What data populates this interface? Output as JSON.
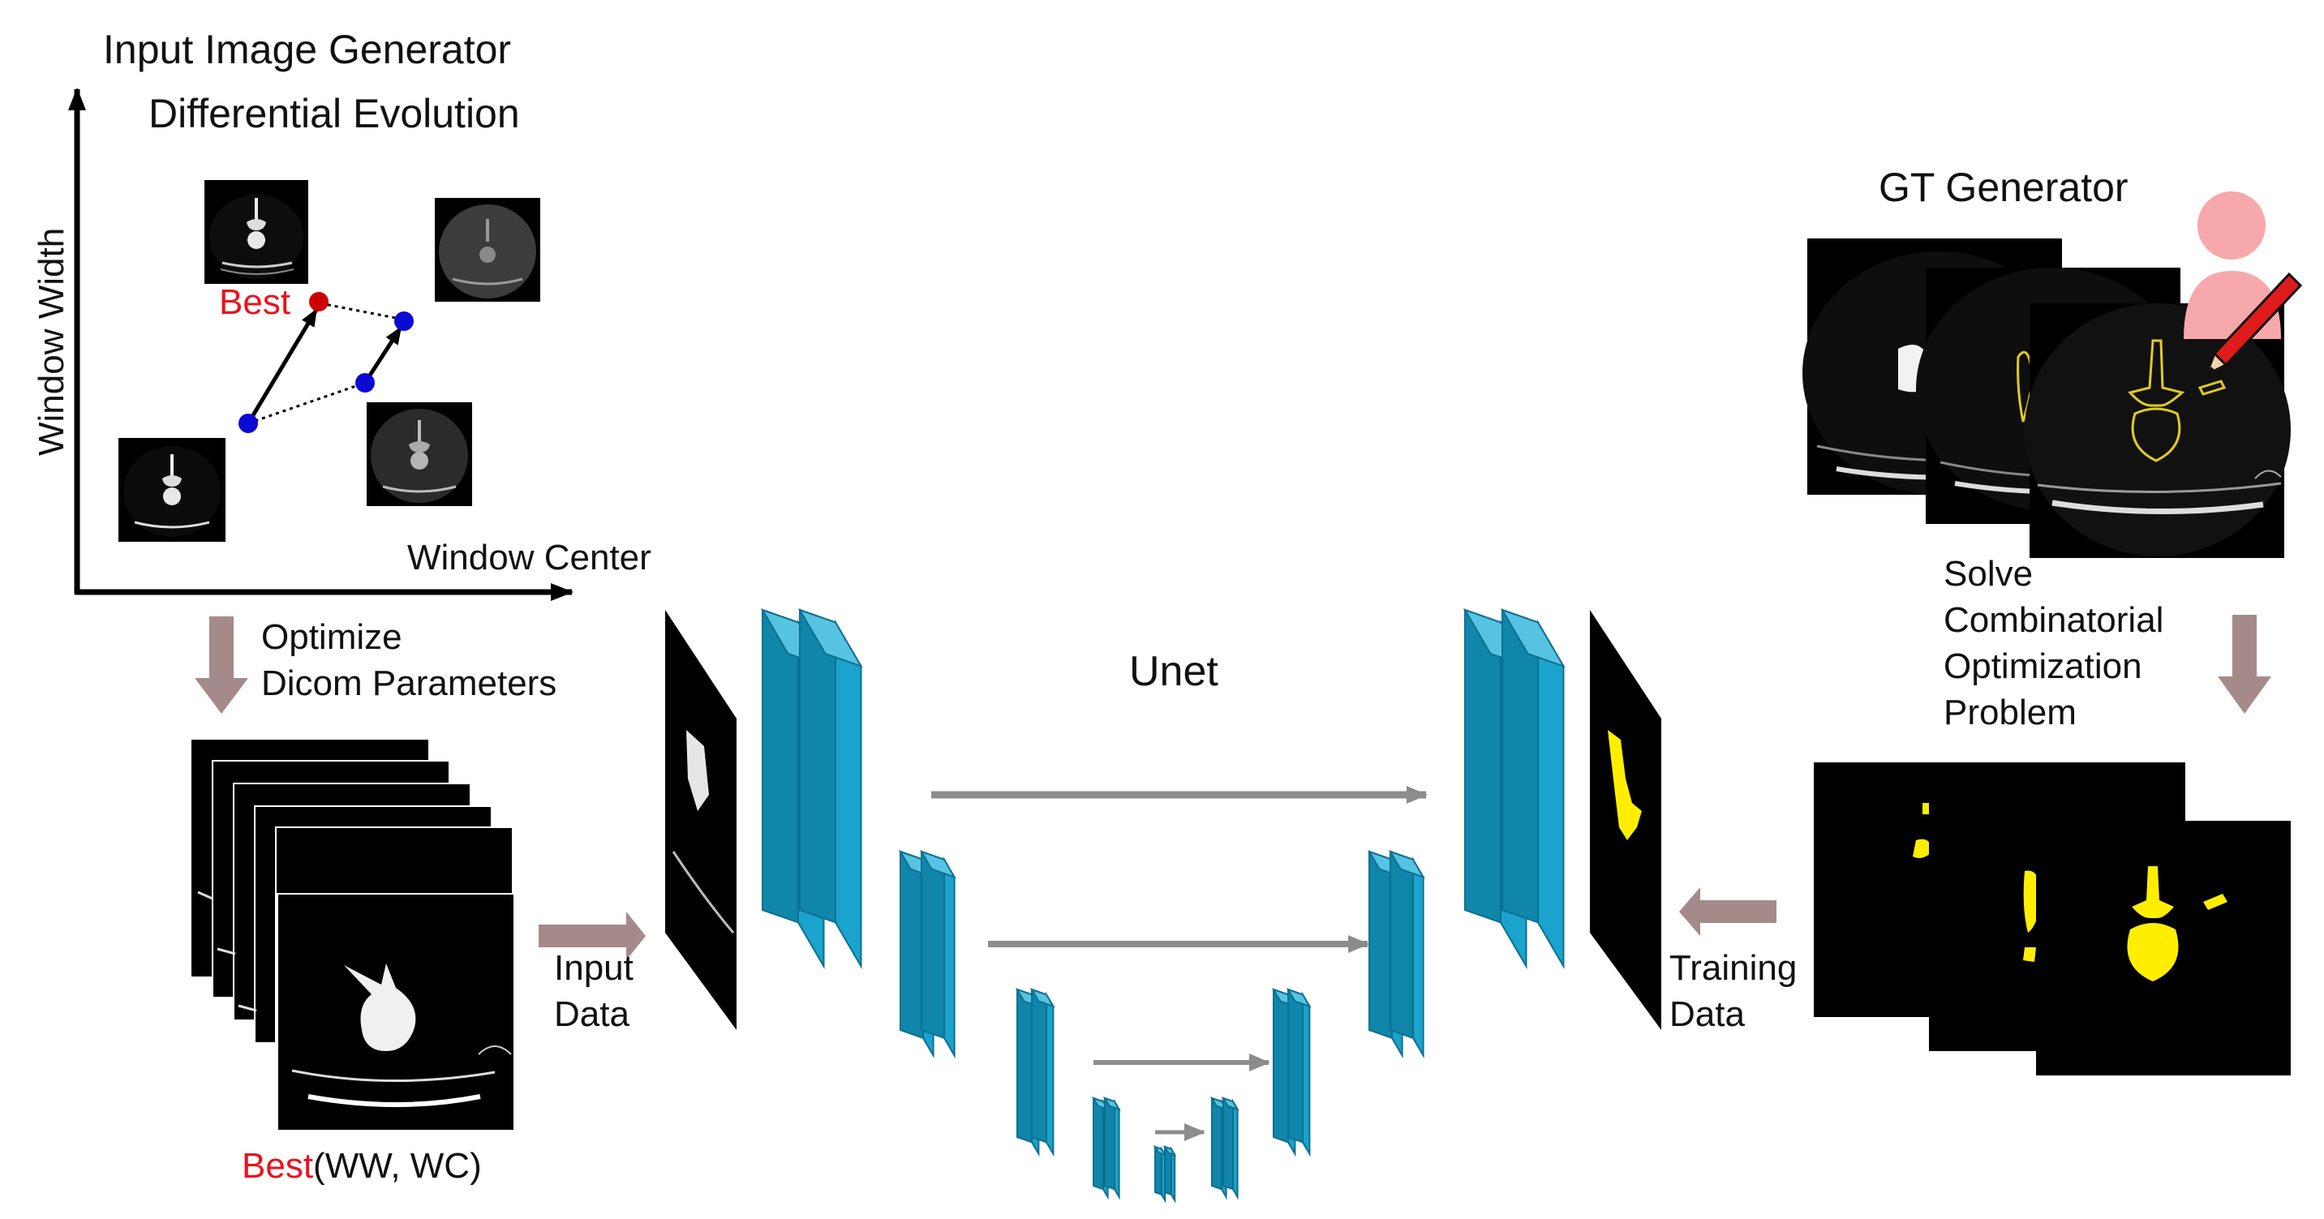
{
  "left_panel": {
    "title_line1": "Input Image Generator",
    "title_line2": "Differential Evolution",
    "y_axis_label": "Window Width",
    "x_axis_label": "Window Center",
    "best_label": "Best",
    "optimize_line1": "Optimize",
    "optimize_line2": "Dicom Parameters",
    "best_result_highlight": "Best",
    "best_result_rest": "(WW, WC)",
    "input_line1": "Input",
    "input_line2": "Data"
  },
  "center_panel": {
    "title": "Unet"
  },
  "right_panel": {
    "title": "GT Generator",
    "solve_line1": "Solve",
    "solve_line2": "Combinatorial",
    "solve_line3": "Optimization",
    "solve_line4": "Problem",
    "training_line1": "Training",
    "training_line2": "Data"
  },
  "colors": {
    "highlight_red": "#e8141c",
    "de_point_blue": "#0a0ad2",
    "de_point_red": "#cc0000",
    "unet_block": "#1aa3cc",
    "flow_arrow": "#a58a8a",
    "skip_arrow": "#8c8c8c",
    "mask_yellow": "#ffee00",
    "annotator_pink": "#f7a8ab",
    "pencil_red": "#e01b1b"
  }
}
